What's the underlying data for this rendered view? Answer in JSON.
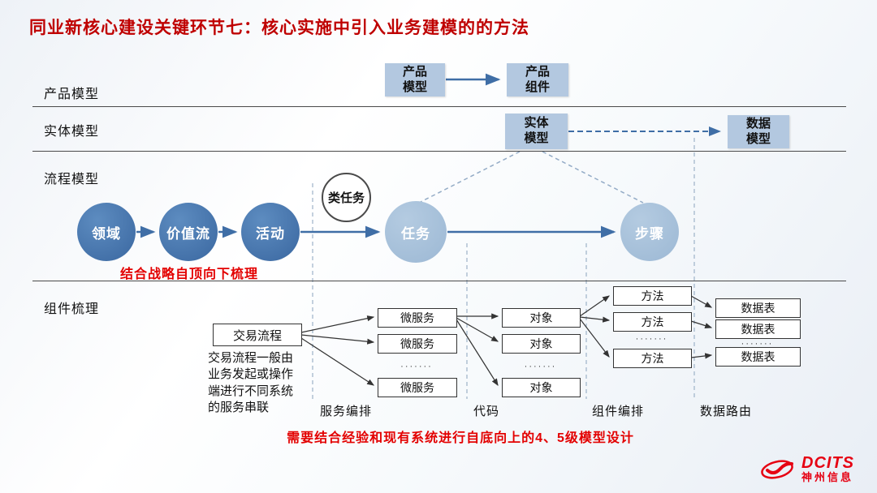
{
  "title": "同业新核心建设关键环节七：核心实施中引入业务建模的的方法",
  "row_labels": {
    "product": "产品模型",
    "entity": "实体模型",
    "process": "流程模型",
    "component": "组件梳理"
  },
  "product_row": {
    "product_model": "产品\n模型",
    "product_component": "产品\n组件"
  },
  "entity_row": {
    "entity_model": "实体\n模型",
    "data_model": "数据\n模型"
  },
  "process_row": {
    "domain": "领域",
    "value_stream": "价值流",
    "activity": "活动",
    "task_like": "类任务",
    "task": "任务",
    "step": "步骤",
    "note": "结合战略自顶向下梳理"
  },
  "component_row": {
    "transaction_flow": "交易流程",
    "transaction_desc": "交易流程一般由业务发起或操作端进行不同系统的服务串联",
    "microservice": "微服务",
    "object": "对象",
    "method": "方法",
    "data_table": "数据表",
    "dots": "·······",
    "section_labels": {
      "service_orchestration": "服务编排",
      "code": "代码",
      "component_orchestration": "组件编排",
      "data_routing": "数据路由"
    }
  },
  "bottom_note": "需要结合经验和现有系统进行自底向上的4、5级模型设计",
  "logo": {
    "brand": "DCITS",
    "company": "神州信息"
  },
  "colors": {
    "title_red": "#bf0000",
    "note_red": "#e30000",
    "box_blue": "#b3c8e0",
    "circle_dark_blue": "#3f6ea6",
    "circle_light_blue": "#a6c0da"
  }
}
